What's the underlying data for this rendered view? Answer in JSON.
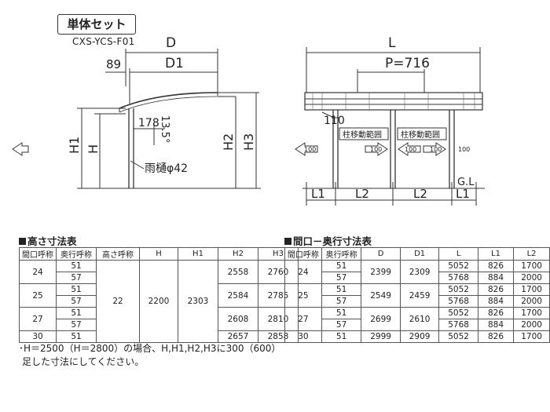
{
  "header": {
    "set_label": "単体セット",
    "model": "CXS-YCS-F01"
  },
  "side_view": {
    "dim_D": "D",
    "dim_D1": "D1",
    "dim_89": "89",
    "dim_178": "178",
    "angle": "13.5°",
    "dim_H": "H",
    "dim_H1": "H1",
    "dim_H2": "H2",
    "dim_H3": "H3",
    "gutter": "雨樋φ42"
  },
  "front_view": {
    "dim_L": "L",
    "pitch": "P=716",
    "dim_110": "110",
    "move_range_label": "柱移動範囲",
    "arrow_100": "100",
    "dim_L1": "L1",
    "dim_L2": "L2",
    "gl": "G.L"
  },
  "height_table": {
    "title": "高さ寸法表",
    "headers": [
      "間口呼称",
      "奥行呼称",
      "高さ呼称",
      "H",
      "H1",
      "H2",
      "H3"
    ],
    "shared": {
      "takasa": "22",
      "H": "2200",
      "H1": "2303"
    },
    "groups": [
      {
        "maguchi": "24",
        "depths": [
          "51",
          "57"
        ],
        "H2": "2558",
        "H3": "2760"
      },
      {
        "maguchi": "25",
        "depths": [
          "51",
          "57"
        ],
        "H2": "2584",
        "H3": "2785"
      },
      {
        "maguchi": "27",
        "depths": [
          "51",
          "57"
        ],
        "H2": "2608",
        "H3": "2810"
      },
      {
        "maguchi": "30",
        "depths": [
          "51"
        ],
        "H2": "2657",
        "H3": "2858"
      }
    ]
  },
  "size_table": {
    "title": "間口－奥行寸法表",
    "headers": [
      "間口呼称",
      "奥行呼称",
      "D",
      "D1",
      "L",
      "L1",
      "L2"
    ],
    "groups": [
      {
        "maguchi": "24",
        "depths": [
          "51",
          "57"
        ],
        "D": "2399",
        "D1": "2309",
        "rows": [
          [
            "5052",
            "826",
            "1700"
          ],
          [
            "5768",
            "884",
            "2000"
          ]
        ]
      },
      {
        "maguchi": "25",
        "depths": [
          "51",
          "57"
        ],
        "D": "2549",
        "D1": "2459",
        "rows": [
          [
            "5052",
            "826",
            "1700"
          ],
          [
            "5768",
            "884",
            "2000"
          ]
        ]
      },
      {
        "maguchi": "27",
        "depths": [
          "51",
          "57"
        ],
        "D": "2699",
        "D1": "2610",
        "rows": [
          [
            "5052",
            "826",
            "1700"
          ],
          [
            "5768",
            "884",
            "2000"
          ]
        ]
      },
      {
        "maguchi": "30",
        "depths": [
          "51"
        ],
        "D": "2999",
        "D1": "2909",
        "rows": [
          [
            "5052",
            "826",
            "1700"
          ]
        ]
      }
    ]
  },
  "note": {
    "line1": "･H＝2500（H＝2800）の場合、H,H1,H2,H3に300（600）",
    "line2": "足した寸法にしてください。"
  }
}
